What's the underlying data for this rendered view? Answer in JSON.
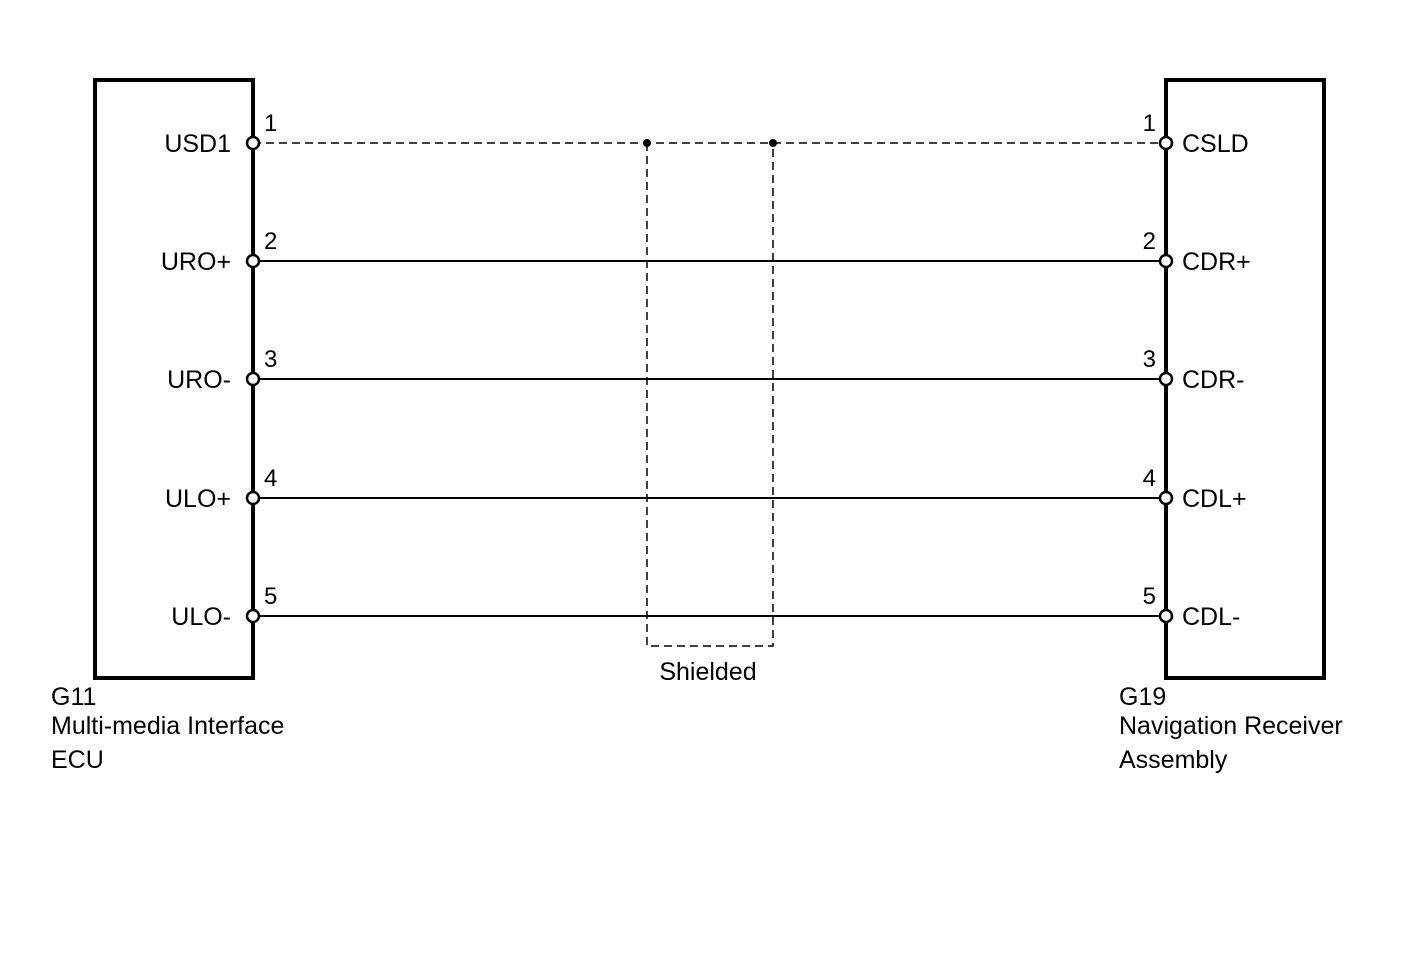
{
  "left_component": {
    "code": "G11",
    "name_line1": "Multi-media Interface",
    "name_line2": "ECU",
    "pins": [
      {
        "num": "1",
        "signal": "USD1"
      },
      {
        "num": "2",
        "signal": "URO+"
      },
      {
        "num": "3",
        "signal": "URO-"
      },
      {
        "num": "4",
        "signal": "ULO+"
      },
      {
        "num": "5",
        "signal": "ULO-"
      }
    ]
  },
  "right_component": {
    "code": "G19",
    "name_line1": "Navigation Receiver",
    "name_line2": "Assembly",
    "pins": [
      {
        "num": "1",
        "signal": "CSLD"
      },
      {
        "num": "2",
        "signal": "CDR+"
      },
      {
        "num": "3",
        "signal": "CDR-"
      },
      {
        "num": "4",
        "signal": "CDL+"
      },
      {
        "num": "5",
        "signal": "CDL-"
      }
    ]
  },
  "shield": {
    "label": "Shielded"
  },
  "wires": [
    {
      "from": "G11-1",
      "to": "G19-1",
      "style": "dashed"
    },
    {
      "from": "G11-2",
      "to": "G19-2",
      "style": "solid"
    },
    {
      "from": "G11-3",
      "to": "G19-3",
      "style": "solid"
    },
    {
      "from": "G11-4",
      "to": "G19-4",
      "style": "solid"
    },
    {
      "from": "G11-5",
      "to": "G19-5",
      "style": "solid"
    }
  ]
}
